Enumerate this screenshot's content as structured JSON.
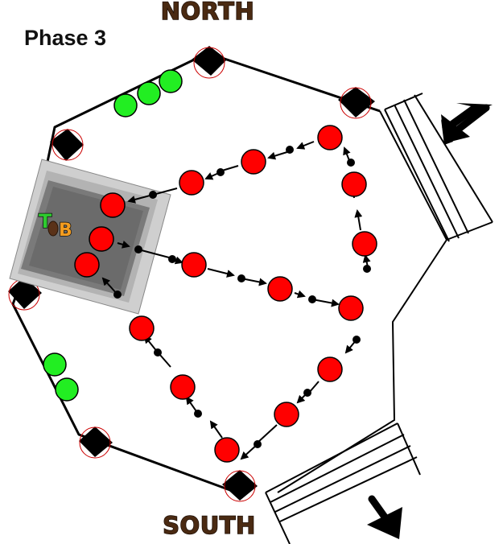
{
  "phase_label": "Phase 3",
  "compass": {
    "north": "NORTH",
    "south": "SOUTH"
  },
  "tank_marker": {
    "tank": "T",
    "boss": "B"
  },
  "colors": {
    "danger": "#ff0000",
    "safe_player": "#22ee22",
    "arrow": "#000000",
    "platform_dark": "#777777",
    "platform_light": "#c8c8c8",
    "letter_t": "#2ecc2e",
    "letter_b": "#f39c1f"
  },
  "icons": [
    "arrow-icon",
    "pillar-icon",
    "player-dot-icon",
    "danger-circle-icon"
  ]
}
